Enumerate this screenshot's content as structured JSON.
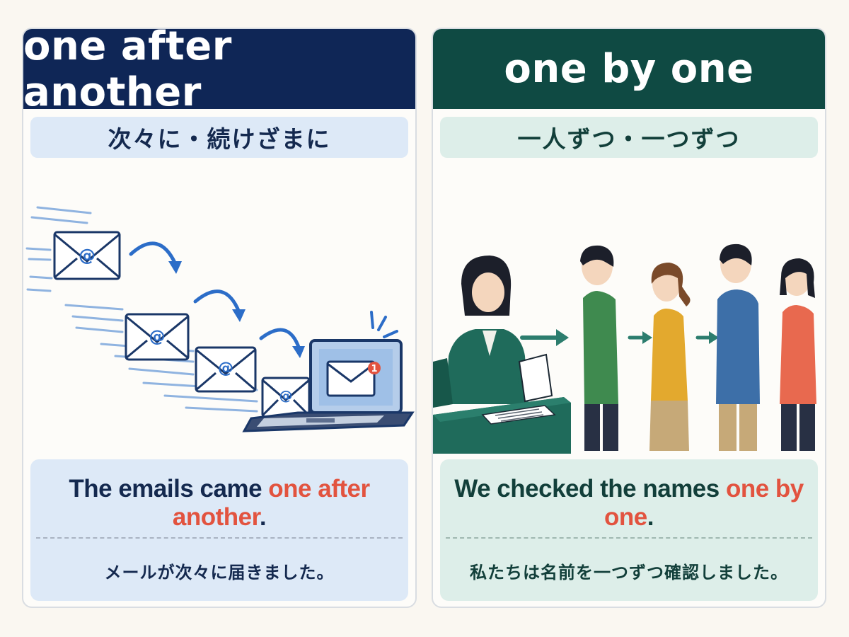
{
  "left_card": {
    "title": "one after another",
    "meaning": "次々に・続けざまに",
    "example_en_before": "The emails came ",
    "example_en_highlight": "one after another",
    "example_en_after": ".",
    "example_ja": "メールが次々に届きました。",
    "illustration_icons": [
      "envelope-icon",
      "at-sign-icon",
      "curved-arrow-icon",
      "laptop-icon",
      "notification-badge-icon"
    ],
    "notification_count": "1"
  },
  "right_card": {
    "title": "one by one",
    "meaning": "一人ずつ・一つずつ",
    "example_en_before": "We checked the names ",
    "example_en_highlight": "one by one",
    "example_en_after": ".",
    "example_ja": "私たちは名前を一つずつ確認しました。",
    "illustration_icons": [
      "receptionist-figure",
      "desk-icon",
      "paper-icon",
      "arrow-right-icon",
      "person-figure"
    ]
  },
  "colors": {
    "left_header": "#0f2656",
    "right_header": "#0f4a43",
    "highlight": "#e2533f",
    "left_panel": "#dde9f7",
    "right_panel": "#ddeee9"
  }
}
